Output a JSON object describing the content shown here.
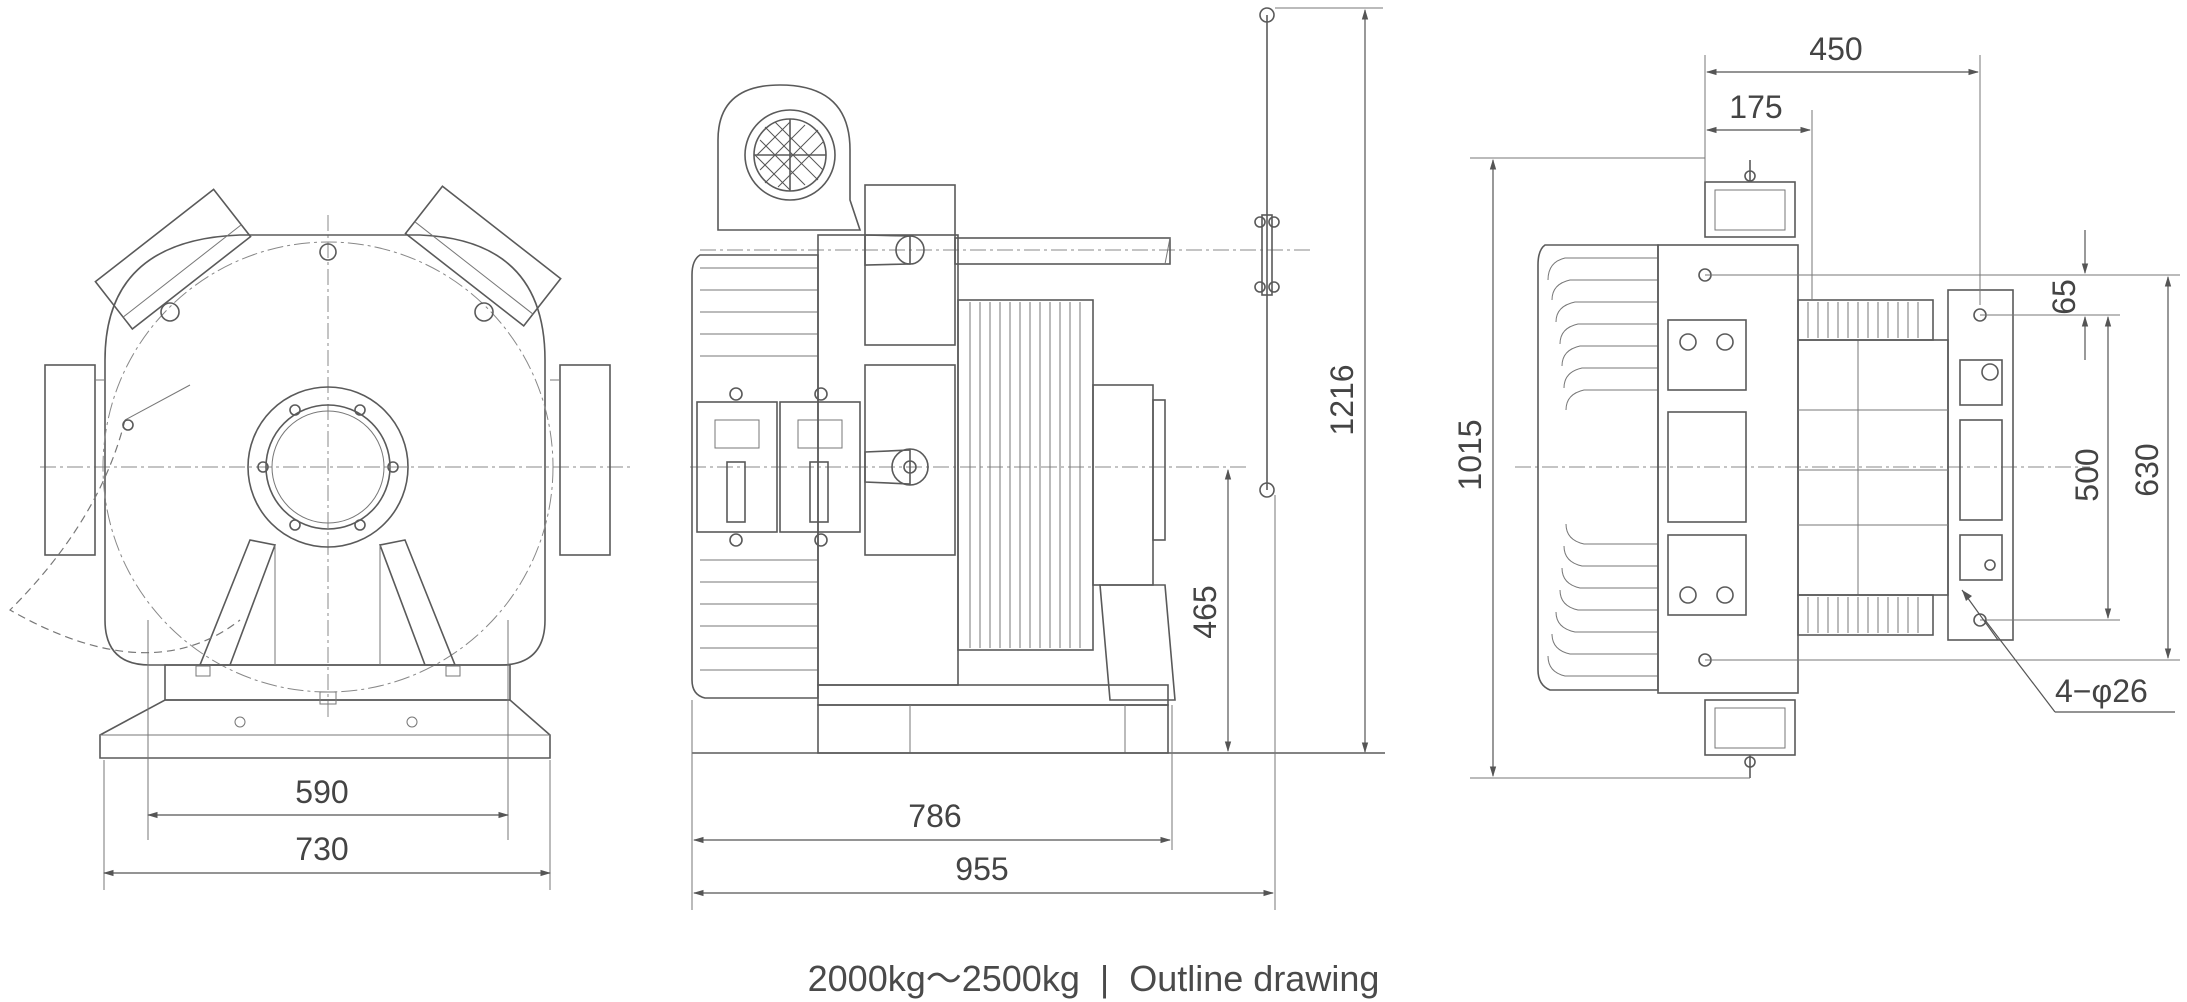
{
  "caption": {
    "weight_range": "2000kg～2500kg",
    "separator": "|",
    "title": "Outline drawing"
  },
  "dimensions": {
    "front_view": {
      "shoe_spacing": "590",
      "base_width": "730"
    },
    "side_view": {
      "length_786": "786",
      "length_955": "955",
      "height_465": "465",
      "height_1216": "1216"
    },
    "top_view": {
      "width_450": "450",
      "width_175": "175",
      "offset_65": "65",
      "hole_spacing_500": "500",
      "frame_630": "630",
      "depth_1015": "1015",
      "holes": "4−φ26"
    }
  },
  "colors": {
    "line": "#5a5a5a",
    "text": "#444444",
    "background": "#ffffff"
  }
}
